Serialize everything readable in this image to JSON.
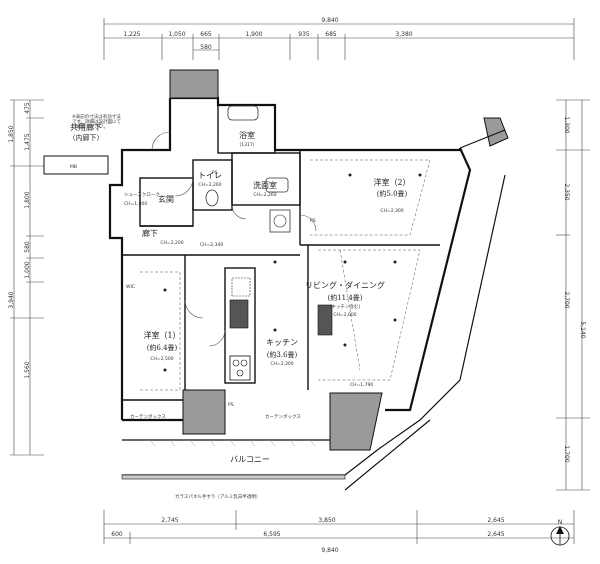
{
  "dims_top": {
    "total": "9,840",
    "segments": [
      "1,225",
      "1,050",
      "665",
      "1,900",
      "935",
      "685",
      "3,380"
    ],
    "sub": "580"
  },
  "dims_bottom": {
    "segments_upper": [
      "2,745",
      "3,850",
      "2,645"
    ],
    "segments_lower": [
      "600",
      "6,595",
      "2,645"
    ],
    "total": "9,840"
  },
  "dims_left": [
    "475",
    "1,850",
    "1,475",
    "1,800",
    "580",
    "1,000",
    "3,940",
    "1,560"
  ],
  "dims_right": [
    "1,300",
    "2,350",
    "2,700",
    "5,140",
    "1,700"
  ],
  "rooms": {
    "corridor_common": "共用廊下",
    "corridor_inner": "（内廊下）",
    "bath": "浴室",
    "bath_size": "(1317)",
    "washroom": "洗面室",
    "washroom_ch": "CH=2,260",
    "toilet": "トイレ",
    "toilet_ch": "CH=2,260",
    "entrance": "玄関",
    "hall": "廊下",
    "hall_ch": "CH=2,200",
    "western2": "洋室（2）",
    "western2_size": "(約5.0畳)",
    "western2_ch": "CH=2,300",
    "living": "リビング・ダイニング",
    "living_size": "(約11.4畳)",
    "living_note": "(キッチン含む)",
    "living_ch": "CH=2,600",
    "kitchen": "キッチン",
    "kitchen_size": "(約3.6畳)",
    "kitchen_ch": "CH=2,300",
    "western1": "洋室（1）",
    "western1_size": "(約6.4畳)",
    "western1_ch": "CH=2,500",
    "balcony": "バルコニー",
    "mb": "MB",
    "ps": "PS",
    "wic": "WIC",
    "shoe": "シューズクローク",
    "ch_1800": "CH=1,800",
    "ch_2340": "CH=2,340",
    "ch_1790": "CH=1,790"
  },
  "notes": {
    "top_note1": "※表記の寸法は有効寸法",
    "top_note2": "です。詳細は設計図にて",
    "top_note3": "ご確認ください。",
    "balcony_rail": "ガラスパネル手すり（アルミ乳白半透明）",
    "curtain1": "カーテンボックス",
    "curtain2": "カーテンボックス"
  },
  "north": "N"
}
